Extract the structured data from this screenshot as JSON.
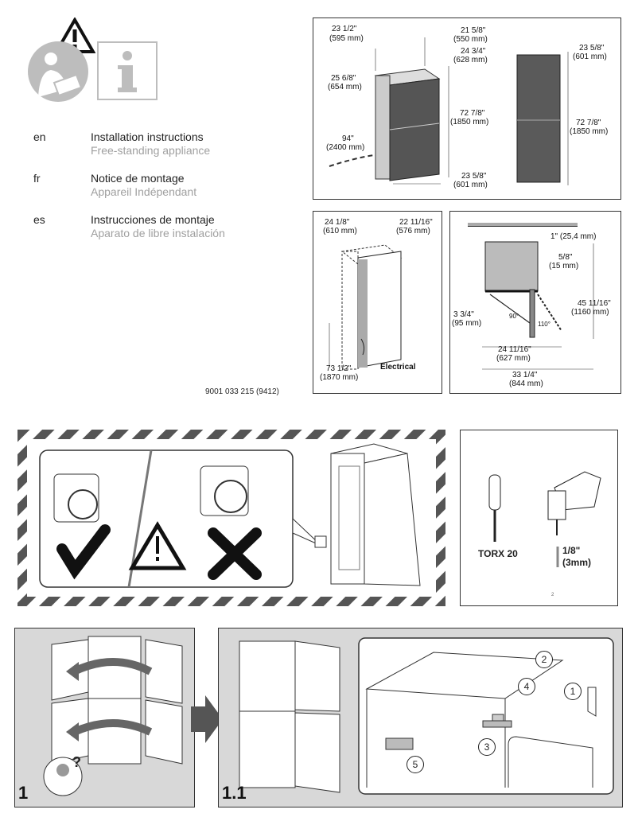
{
  "header": {
    "languages": [
      {
        "code": "en",
        "title": "Installation instructions",
        "subtitle": "Free-standing appliance"
      },
      {
        "code": "fr",
        "title": "Notice de montage",
        "subtitle": "Appareil Indépendant"
      },
      {
        "code": "es",
        "title": "Instrucciones de montaje",
        "subtitle": "Aparato de libre instalación"
      }
    ],
    "doc_number": "9001 033 215 (9412)"
  },
  "dimensions_top": {
    "width": "23 1/2\"",
    "width_mm": "(595 mm)",
    "depth": "21 5/8\"",
    "depth_mm": "(550 mm)",
    "depth2": "24 3/4\"",
    "depth2_mm": "(628 mm)",
    "handle": "25 6/8\"",
    "handle_mm": "(654 mm)",
    "height": "72 7/8\"",
    "height_mm": "(1850 mm)",
    "cord": "94\"",
    "cord_mm": "(2400 mm)",
    "base_width": "23 5/8\"",
    "base_width_mm": "(601 mm)",
    "front_width": "23 5/8\"",
    "front_width_mm": "(601 mm)",
    "front_height": "72 7/8\"",
    "front_height_mm": "(1850 mm)"
  },
  "dimensions_mid": {
    "w1": "24 1/8\"",
    "w1_mm": "(610 mm)",
    "w2": "22 11/16\"",
    "w2_mm": "(576 mm)",
    "h": "73 1/2\"",
    "h_mm": "(1870 mm)",
    "electrical": "Electrical"
  },
  "clearance": {
    "top": "1\" (25,4 mm)",
    "side": "5/8\"",
    "side_mm": "(15 mm)",
    "gap": "3 3/4\"",
    "gap_mm": "(95 mm)",
    "angle1": "90°",
    "angle2": "110°",
    "door_depth": "45 11/16\"",
    "door_depth_mm": "(1160 mm)",
    "depth": "24 11/16\"",
    "depth_mm": "(627 mm)",
    "total": "33 1/4\"",
    "total_mm": "(844 mm)"
  },
  "tools": {
    "screwdriver": "TORX 20",
    "drill": "1/8\"",
    "drill_mm": "(3mm)",
    "page_mark": "2"
  },
  "steps": {
    "step1": "1",
    "step11": "1.1",
    "callouts": [
      "1",
      "2",
      "3",
      "4",
      "5"
    ]
  }
}
